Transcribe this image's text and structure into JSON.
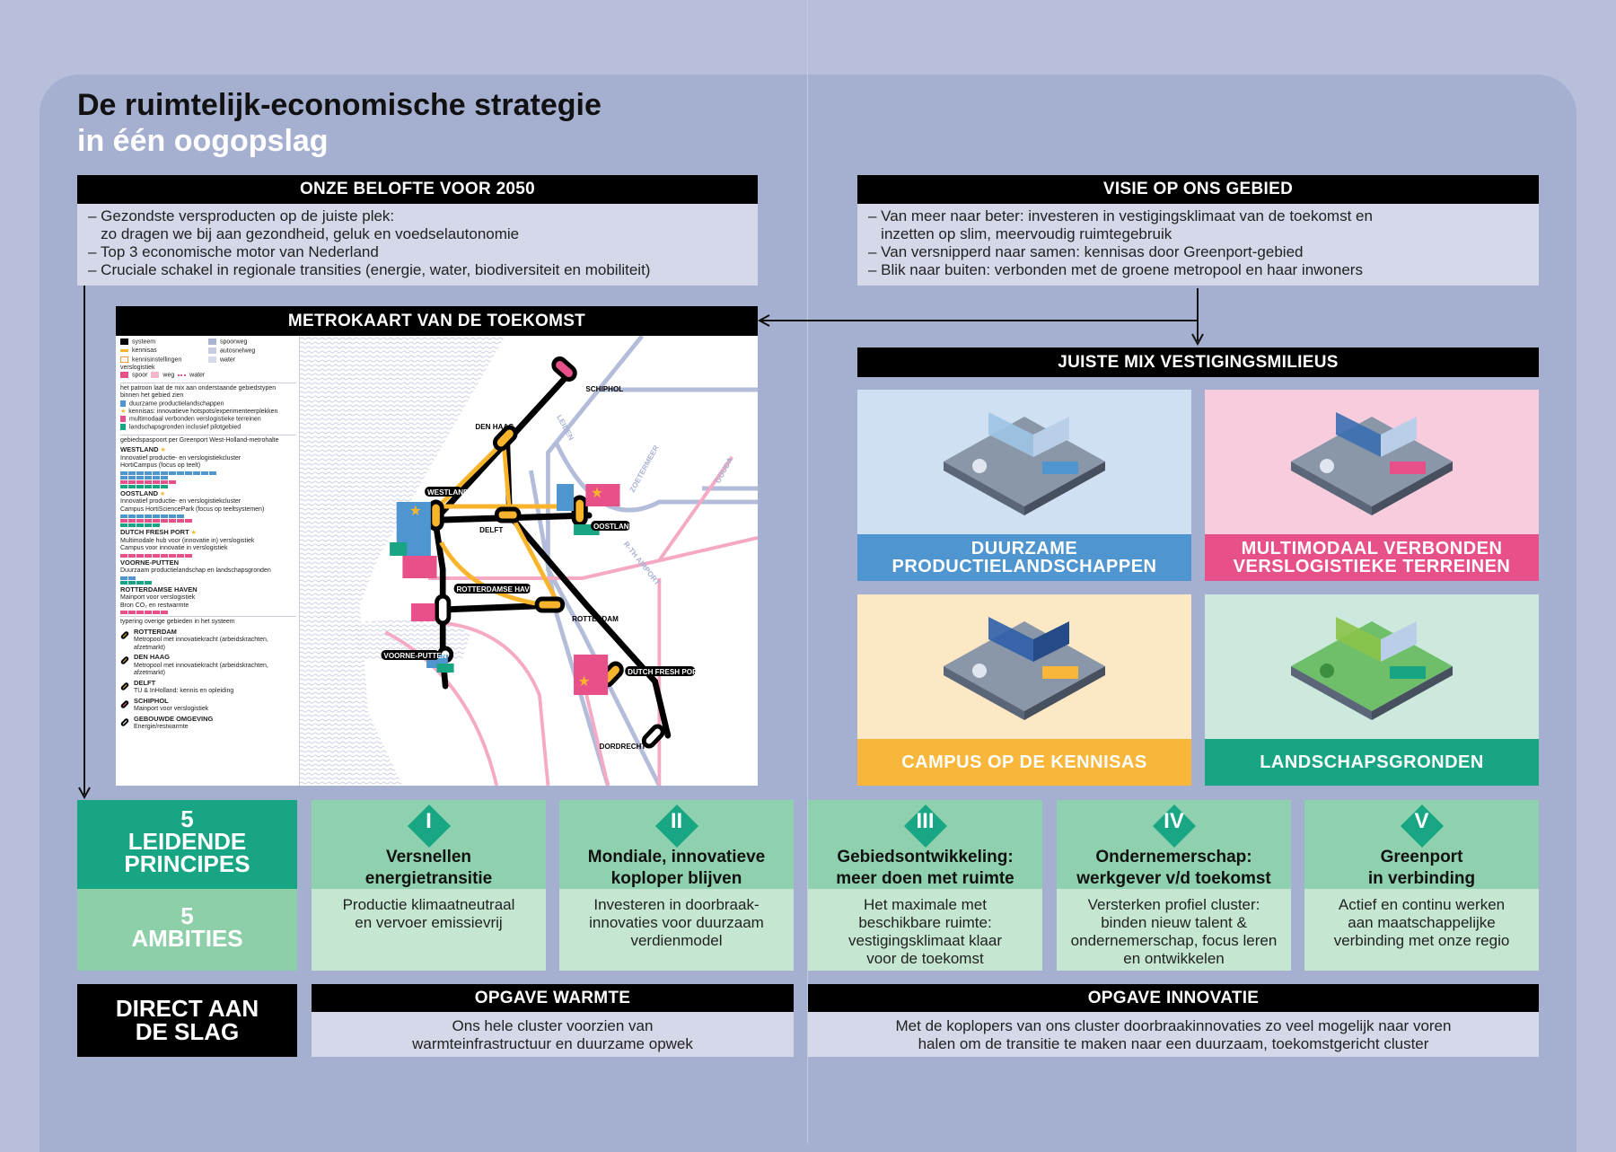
{
  "title": {
    "line1": "De ruimtelijk-economische strategie",
    "line2": "in één oogopslag"
  },
  "belofte": {
    "header": "ONZE BELOFTE VOOR 2050",
    "lines": [
      "– Gezondste versproducten op de juiste plek:",
      "   zo dragen we bij aan gezondheid, geluk en voedselautonomie",
      "– Top 3 economische motor van Nederland",
      "– Cruciale schakel in regionale transities (energie, water, biodiversiteit en mobiliteit)"
    ]
  },
  "visie": {
    "header": "VISIE OP ONS GEBIED",
    "lines": [
      "– Van meer naar beter: investeren in vestigingsklimaat van de toekomst en",
      "   inzetten op slim, meervoudig ruimtegebruik",
      "– Van versnipperd naar samen: kennisas door Greenport-gebied",
      "– Blik naar buiten: verbonden met de groene metropool en haar inwoners"
    ]
  },
  "metrokaart": {
    "header": "METROKAART VAN DE TOEKOMST",
    "legend": {
      "systeem": "systeem",
      "kennisas": "kennisas",
      "kennisinstellingen": "kennisinstellingen",
      "spoorweg": "spoorweg",
      "autosnelweg": "autosnelweg",
      "water": "water",
      "verslogistiek": "verslogistiek",
      "spoor": "spoor",
      "weg": "weg",
      "water2": "water",
      "patroon": "het patroon laat de mix aan onderstaande gebiedstypen binnen het gebied zien",
      "types": [
        "duurzame productielandschappen",
        "kennisas: innovatieve hotspots/experimenteerplekken",
        "multimodaal verbonden verslogistieke terreinen",
        "landschapsgronden inclusief pilotgebied"
      ],
      "paspoort": "gebiedspaspoort per Greenport West-Holland-metrohalte",
      "areas": [
        {
          "name": "WESTLAND",
          "desc": "Innovatief productie- en verslogistiekcluster",
          "desc2": "HortiCampus (focus op teelt)"
        },
        {
          "name": "OOSTLAND",
          "desc": "Innovatief productie- en verslogistiekcluster",
          "desc2": "Campus HortiSciencePark (focus op teeltsystemen)"
        },
        {
          "name": "DUTCH FRESH PORT",
          "desc": "Multimodale hub voor (innovatie in) verslogistiek",
          "desc2": "Campus voor innovatie in verslogistiek"
        },
        {
          "name": "VOORNE-PUTTEN",
          "desc": "Duurzaam productielandschap en landschapsgronden",
          "desc2": ""
        },
        {
          "name": "ROTTERDAMSE HAVEN",
          "desc": "Mainport voor verslogistiek",
          "desc2": "Bron CO₂ en restwarmte"
        }
      ],
      "typering": "typering overige gebieden in het systeem",
      "others": [
        {
          "name": "ROTTERDAM",
          "desc": "Metropool met innovatiekracht (arbeidskrachten, afzetmarkt)"
        },
        {
          "name": "DEN HAAG",
          "desc": "Metropool met innovatiekracht (arbeidskrachten, afzetmarkt)"
        },
        {
          "name": "DELFT",
          "desc": "TU & InHolland: kennis en opleiding"
        },
        {
          "name": "SCHIPHOL",
          "desc": "Mainport voor verslogistiek"
        },
        {
          "name": "GEBOUWDE OMGEVING",
          "desc": "Energie/restwarmte"
        }
      ]
    },
    "stations": {
      "schiphol": "SCHIPHOL",
      "denhaag": "DEN HAAG",
      "westland": "WESTLAND",
      "delft": "DELFT",
      "oostland": "OOSTLAND",
      "rhaven": "ROTTERDAMSE HAVEN",
      "rotterdam": "ROTTERDAM",
      "voorne": "VOORNE-PUTTEN",
      "dfp": "DUTCH FRESH PORT",
      "dordrecht": "DORDRECHT",
      "leiden": "LEIDEN",
      "zoetermeer": "ZOETERMEER",
      "gouda": "GOUDA",
      "airport": "R-TH AIRPORT"
    }
  },
  "mix": {
    "header": "JUISTE MIX VESTIGINGSMILIEUS",
    "tiles": [
      {
        "label": "DUURZAME\nPRODUCTIELANDSCHAPPEN",
        "color": "#4f95d0",
        "bg": "#cfe0f2"
      },
      {
        "label": "MULTIMODAAL VERBONDEN\nVERSLOGISTIEKE TERREINEN",
        "color": "#e8508a",
        "bg": "#f7ccdc"
      },
      {
        "label": "CAMPUS OP DE KENNISAS",
        "color": "#f8b73a",
        "bg": "#fde8c6"
      },
      {
        "label": "LANDSCHAPSGRONDEN",
        "color": "#18a583",
        "bg": "#cde8dc"
      }
    ]
  },
  "principes": {
    "leidende": "5\nLEIDENDE\nPRINCIPES",
    "ambities": "5\nAMBITIES",
    "items": [
      {
        "num": "I",
        "title": "Versnellen\nenergietransitie",
        "text": "Productie klimaatneutraal\nen vervoer emissievrij"
      },
      {
        "num": "II",
        "title": "Mondiale, innovatieve\nkoploper blijven",
        "text": "Investeren in doorbraak-\ninnovaties voor duurzaam\nverdienmodel"
      },
      {
        "num": "III",
        "title": "Gebiedsontwikkeling:\nmeer doen met ruimte",
        "text": "Het maximale met\nbeschikbare ruimte:\nvestigingsklimaat klaar\nvoor de toekomst"
      },
      {
        "num": "IV",
        "title": "Ondernemerschap:\nwerkgever v/d toekomst",
        "text": "Versterken profiel cluster:\nbinden nieuw talent &\nondernemerschap, focus leren\nen ontwikkelen"
      },
      {
        "num": "V",
        "title": "Greenport\nin verbinding",
        "text": "Actief en continu werken\naan maatschappelijke\nverbinding met onze regio"
      }
    ]
  },
  "direct": {
    "label": "DIRECT AAN\nDE SLAG",
    "warmte": {
      "header": "OPGAVE WARMTE",
      "text": "Ons hele cluster voorzien van\nwarmteinfrastructuur en duurzame opwek"
    },
    "innovatie": {
      "header": "OPGAVE INNOVATIE",
      "text": "Met de koplopers van ons cluster doorbraakinnovaties zo veel mogelijk naar voren\nhalen om de transitie te maken naar een duurzaam, toekomstgericht cluster"
    }
  }
}
